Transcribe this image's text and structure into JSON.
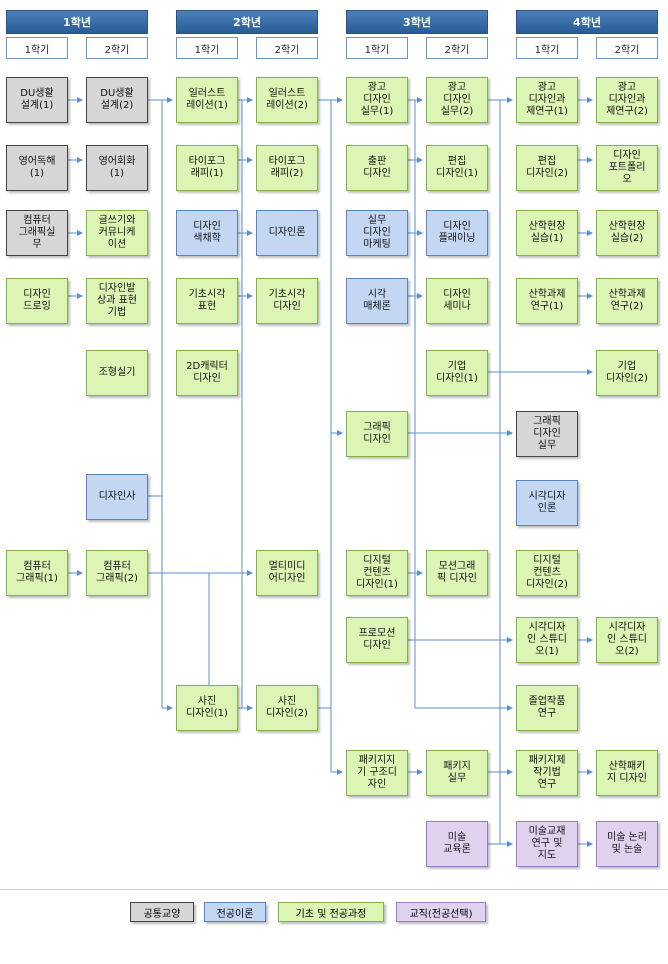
{
  "years": [
    "1학년",
    "2학년",
    "3학년",
    "4학년"
  ],
  "semester_label_1": "1학기",
  "semester_label_2": "2학기",
  "courses": {
    "du1": "DU생활\n설계(1)",
    "du2": "DU생활\n설계(2)",
    "eng1": "영어독해\n(1)",
    "eng2": "영어회화\n(1)",
    "comp": "컴퓨터\n그래픽실\n무",
    "writing": "글쓰기와\n커뮤니케\n이션",
    "drawing": "디자인\n드로잉",
    "ideation": "디자인발\n상과 표현\n기법",
    "modeling": "조형실기",
    "dhistory": "디자인사",
    "cg1": "컴퓨터\n그래픽(1)",
    "cg2": "컴퓨터\n그래픽(2)",
    "illu1": "일러스트\n레이션(1)",
    "illu2": "일러스트\n레이션(2)",
    "typo1": "타이포그\n래피(1)",
    "typo2": "타이포그\n래피(2)",
    "color": "디자인\n색채학",
    "dtheory": "디자인론",
    "basicvis": "기초시각\n표현",
    "basicdes": "기초시각\n디자인",
    "char2d": "2D캐릭터\n디자인",
    "multimedia": "멀티미디\n어디자인",
    "photo1": "사진\n디자인(1)",
    "photo2": "사진\n디자인(2)",
    "ad1": "광고\n디자인\n실무(1)",
    "ad2": "광고\n디자인\n실무(2)",
    "publish": "출판\n디자인",
    "edit1": "편집\n디자인(1)",
    "marketing": "실무\n디자인\n마케팅",
    "planning": "디자인\n플래이닝",
    "media": "시각\n매체론",
    "seminar": "디자인\n세미나",
    "corp1": "기업\n디자인(1)",
    "graphic": "그래픽\n디자인",
    "digital1": "디지털\n컨텐츠\n디자인(1)",
    "motion": "모션그래\n픽 디자인",
    "promo": "프로모션\n디자인",
    "pkgstruct": "패키지지\n기 구조디\n자인",
    "pkgprac": "패키지\n실무",
    "arted": "미술\n교육론",
    "adlab1": "광고\n디자인과\n제연구(1)",
    "adlab2": "광고\n디자인과\n제연구(2)",
    "edit2": "편집\n디자인(2)",
    "portfolio": "디자인\n포트폴리\n오",
    "intern1": "산학현장\n실습(1)",
    "intern2": "산학현장\n실습(2)",
    "project1": "산학과제\n연구(1)",
    "project2": "산학과제\n연구(2)",
    "corp2": "기업\n디자인(2)",
    "graphicprac": "그래픽\n디자인\n실무",
    "vistheory": "시각디자\n인론",
    "digital2": "디지털\n컨텐츠\n디자인(2)",
    "studio1": "시각디자\n인 스튜디\n오(1)",
    "studio2": "시각디자\n인 스튜디\n오(2)",
    "graduation": "졸업작품\n연구",
    "pkgprod": "패키지제\n작기법\n연구",
    "indpkg": "산학패키\n지 디자인",
    "artmaterial": "미술교재\n연구 및\n지도",
    "artlogic": "미술 논리\n및 논술"
  },
  "legend": {
    "common": "공통교양",
    "theory": "전공이론",
    "basic": "기초 및 전공과정",
    "teach": "교직(전공선택)"
  },
  "colors": {
    "header": "#2a5b93",
    "common": "#d6d6d6",
    "theory": "#c3d6f2",
    "basic": "#dcf5b5",
    "teach": "#e0d2ef",
    "connector": "#5b8fd0"
  }
}
